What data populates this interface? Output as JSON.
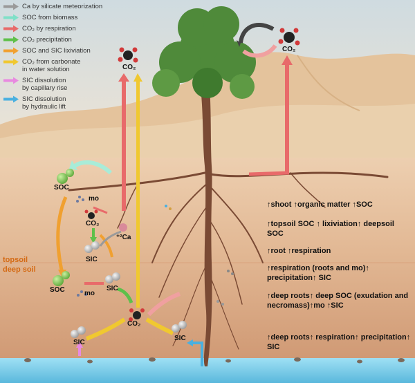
{
  "legend": [
    {
      "text": "Ca by silicate meteorization",
      "color": "#9a9a9a"
    },
    {
      "text": "SOC from biomass",
      "color": "#7fe0c8"
    },
    {
      "text": "CO₂ by respiration",
      "color": "#e86a6a"
    },
    {
      "text": "CO₂ precipitation",
      "color": "#5ec04a"
    },
    {
      "text": "SOC and SIC lixiviation",
      "color": "#f0a030"
    },
    {
      "text": "CO₂ from carbonate\nin water solution",
      "color": "#f0c830"
    },
    {
      "text": "SIC dissolution\nby capillary rise",
      "color": "#e88ae0"
    },
    {
      "text": "SIC dissolution\nby hydraulic lift",
      "color": "#4ab0e0"
    }
  ],
  "zones": {
    "topsoil": "topsoil",
    "deepsoil": "deep soil"
  },
  "labels": {
    "co2_top_left": "CO₂",
    "co2_top_right": "CO₂",
    "soc1": "SOC",
    "mo1": "mo",
    "co2_mid": "CO₂",
    "ca": "⁺²Ca",
    "sic1": "SIC",
    "soc2": "SOC",
    "mo2": "mo",
    "sic2": "SIC",
    "co2_deep": "CO₂",
    "sic3": "SIC",
    "sic4": "SIC"
  },
  "statements": [
    "↑shoot ↑organic matter ↑SOC",
    "↑topsoil SOC ↑ lixiviation↑ deepsoil SOC",
    "↑root  ↑respiration",
    "↑respiration (roots and mo)↑ precipitation↑ SIC",
    "↑deep roots↑ deep SOC (exudation and necromass)↑mo ↑SIC",
    "↑deep roots↑ respiration↑ precipitation↑ SIC"
  ],
  "colors": {
    "sky": "#d8e2e6",
    "dune": "#e8c9a2",
    "topsoil": "#e8c4a2",
    "deepsoil": "#d9a47e",
    "water": "#8fd3ec",
    "trunk": "#7a4a34",
    "foliage": "#4f8a3a"
  }
}
